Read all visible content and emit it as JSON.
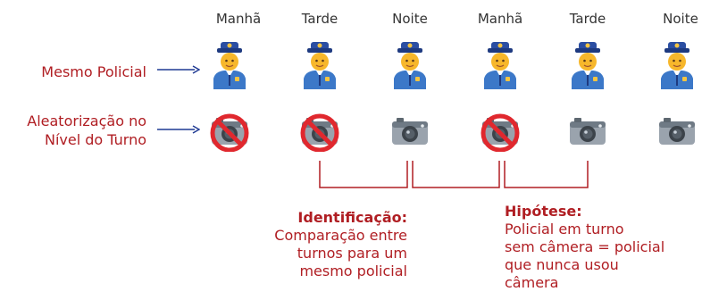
{
  "columns": [
    {
      "shift": "Manhã",
      "camera": "off"
    },
    {
      "shift": "Tarde",
      "camera": "off"
    },
    {
      "shift": "Noite",
      "camera": "on"
    },
    {
      "shift": "Manhã",
      "camera": "off"
    },
    {
      "shift": "Tarde",
      "camera": "on"
    },
    {
      "shift": "Noite",
      "camera": "on"
    }
  ],
  "rows": {
    "officer_label": "Mesmo Policial",
    "randomization_label_line1": "Aleatorização no",
    "randomization_label_line2": "Nível do Turno"
  },
  "notes": {
    "identification_title": "Identificação:",
    "identification_lines": [
      "Comparação entre",
      "turnos para um",
      "mesmo policial"
    ],
    "hypothesis_title": "Hipótese:",
    "hypothesis_lines": [
      "Policial em turno",
      "sem câmera = policial",
      "que nunca usou",
      "câmera"
    ]
  },
  "colors": {
    "accent": "#b01e23",
    "arrow": "#1f3a93",
    "text": "#333333"
  },
  "icons": {
    "officer": "police-officer-icon",
    "camera": "camera-icon",
    "no_camera": "prohibited-camera-icon"
  }
}
